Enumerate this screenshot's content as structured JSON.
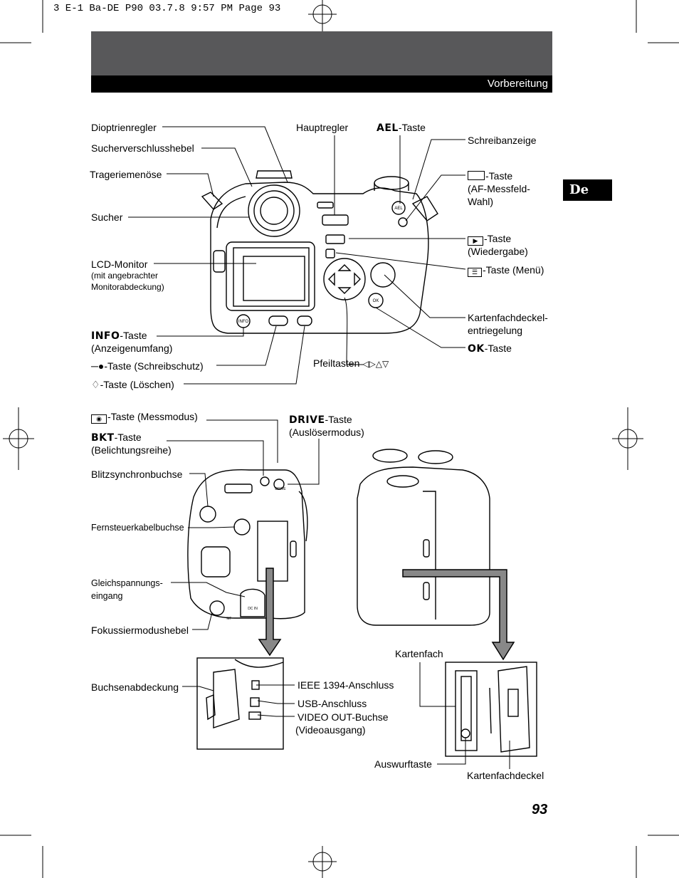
{
  "print_slug": "3 E-1 Ba-DE P90  03.7.8 9:57 PM  Page 93",
  "header": {
    "section": "Vorbereitung"
  },
  "language_tab": "De",
  "page_number": "93",
  "labels_top": {
    "dioptrienregler": "Dioptrienregler",
    "sucherverschluss": "Sucherverschlusshebel",
    "trageriemenoese": "Trageriemenöse",
    "sucher": "Sucher",
    "lcd_monitor": "LCD-Monitor",
    "lcd_note1": "(mit angebrachter",
    "lcd_note2": "Monitorabdeckung)",
    "info_bold": "INFO",
    "info_suffix": "-Taste",
    "info_note": "(Anzeigenumfang)",
    "protect": "-Taste (Schreibschutz)",
    "erase": "-Taste (Löschen)",
    "hauptregler": "Hauptregler",
    "ael_bold": "AEL",
    "ael_suffix": "-Taste",
    "schreibanzeige": "Schreibanzeige",
    "af_suffix": "-Taste",
    "af_note1": "(AF-Messfeld-",
    "af_note2": "Wahl)",
    "play_suffix": "-Taste",
    "play_note": "(Wiedergabe)",
    "menu_suffix": "-Taste (Menü)",
    "card_release1": "Kartenfachdeckel-",
    "card_release2": "entriegelung",
    "ok_bold": "OK",
    "ok_suffix": "-Taste",
    "pfeiltasten": "Pfeiltasten"
  },
  "labels_bottom": {
    "metering": "-Taste (Messmodus)",
    "bkt_bold": "BKT",
    "bkt_suffix": "-Taste",
    "bkt_note": "(Belichtungsreihe)",
    "drive_bold": "DRIVE",
    "drive_suffix": "-Taste",
    "drive_note": "(Auslösermodus)",
    "flash_sync": "Blitzsynchronbuchse",
    "remote": "Fernsteuerkabelbuchse",
    "dc_in1": "Gleichspannungs-",
    "dc_in2": "eingang",
    "focus_lever": "Fokussiermodushebel",
    "jack_cover": "Buchsenabdeckung",
    "ieee": "IEEE 1394-Anschluss",
    "usb": "USB-Anschluss",
    "video1": "VIDEO OUT-Buchse",
    "video2": "(Videoausgang)",
    "card_slot": "Kartenfach",
    "eject": "Auswurftaste",
    "card_cover": "Kartenfachdeckel"
  },
  "camera_marks": {
    "info": "INFO",
    "ok": "OK",
    "ael": "AEL",
    "drive": "DRIVE",
    "dc_in": "DC IN",
    "mf": "MF"
  },
  "colors": {
    "header_gray": "#58585a",
    "black": "#000000"
  }
}
